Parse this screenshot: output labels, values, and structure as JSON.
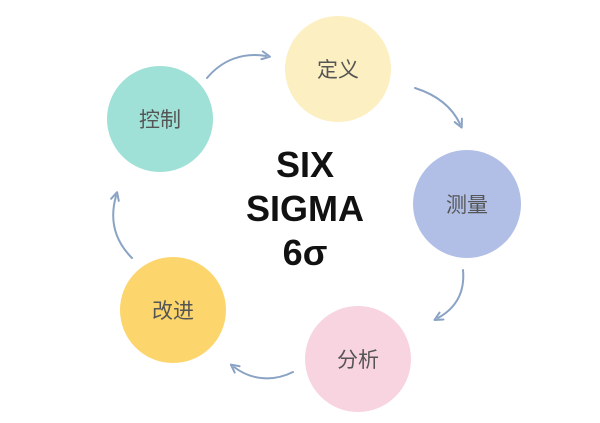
{
  "center": {
    "line1": "SIX",
    "line2": "SIGMA",
    "line3": "6σ"
  },
  "steps": [
    {
      "label": "定义",
      "color": "#fcefc2"
    },
    {
      "label": "测量",
      "color": "#b1bfe6"
    },
    {
      "label": "分析",
      "color": "#f8d4e0"
    },
    {
      "label": "改进",
      "color": "#fcd56c"
    },
    {
      "label": "控制",
      "color": "#9fe1d7"
    }
  ],
  "arrow_color": "#8aa3c4"
}
